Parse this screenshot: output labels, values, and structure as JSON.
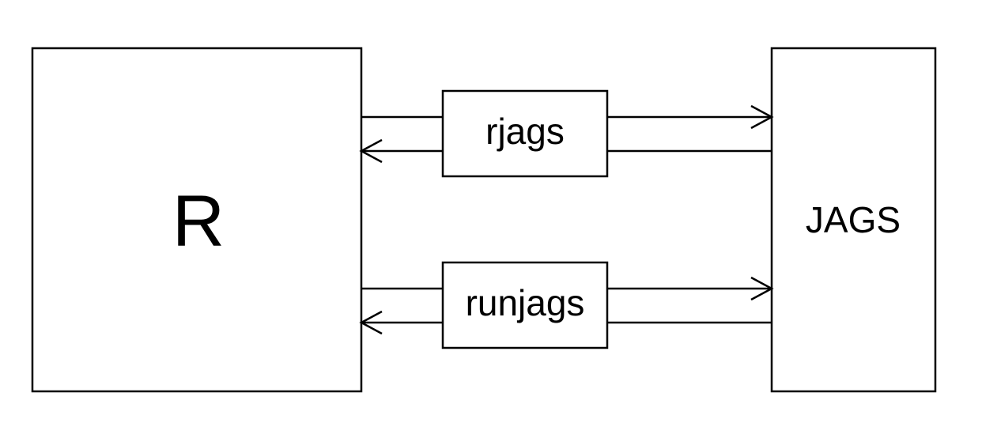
{
  "nodes": {
    "r": {
      "label": "R"
    },
    "jags": {
      "label": "JAGS"
    },
    "rjags": {
      "label": "rjags"
    },
    "runjags": {
      "label": "runjags"
    }
  },
  "edges": [
    {
      "from": "R",
      "via": "rjags",
      "to": "JAGS"
    },
    {
      "from": "JAGS",
      "via": "rjags",
      "to": "R"
    },
    {
      "from": "R",
      "via": "runjags",
      "to": "JAGS"
    },
    {
      "from": "JAGS",
      "via": "runjags",
      "to": "R"
    }
  ]
}
